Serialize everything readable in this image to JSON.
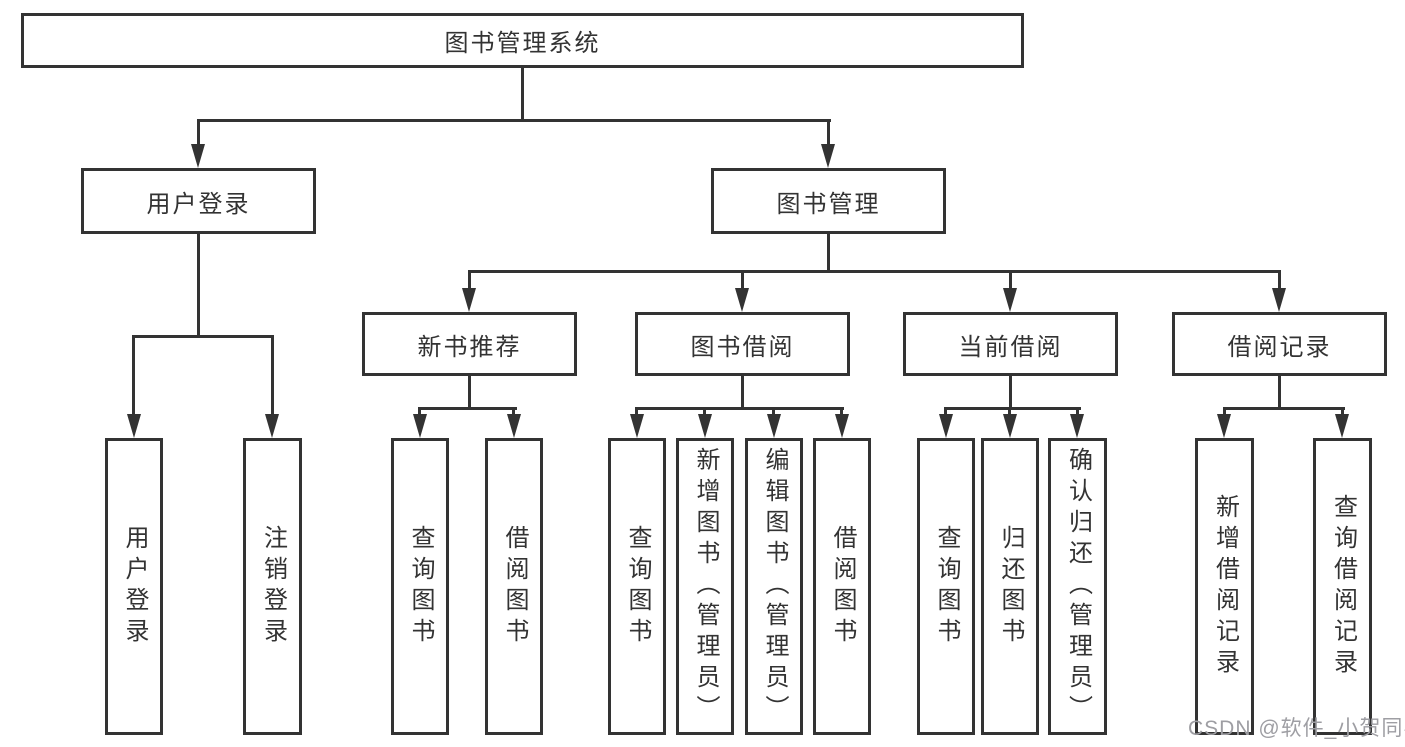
{
  "tree": {
    "root": {
      "label": "图书管理系统"
    },
    "branches": [
      {
        "label": "用户登录",
        "children": [
          {
            "label": "用户登录"
          },
          {
            "label": "注销登录"
          }
        ]
      },
      {
        "label": "图书管理",
        "children": [
          {
            "label": "新书推荐",
            "children": [
              {
                "label": "查询图书"
              },
              {
                "label": "借阅图书"
              }
            ]
          },
          {
            "label": "图书借阅",
            "children": [
              {
                "label": "查询图书"
              },
              {
                "label": "新增图书（管理员）"
              },
              {
                "label": "编辑图书（管理员）"
              },
              {
                "label": "借阅图书"
              }
            ]
          },
          {
            "label": "当前借阅",
            "children": [
              {
                "label": "查询图书"
              },
              {
                "label": "归还图书"
              },
              {
                "label": "确认归还（管理员）"
              }
            ]
          },
          {
            "label": "借阅记录",
            "children": [
              {
                "label": "新增借阅记录"
              },
              {
                "label": "查询借阅记录"
              }
            ]
          }
        ]
      }
    ]
  },
  "watermark": {
    "text": "CSDN @软件_小贺同学"
  },
  "colors": {
    "line": "#333333",
    "text": "#333333",
    "background": "#ffffff",
    "watermark": "#9e9ea3"
  }
}
